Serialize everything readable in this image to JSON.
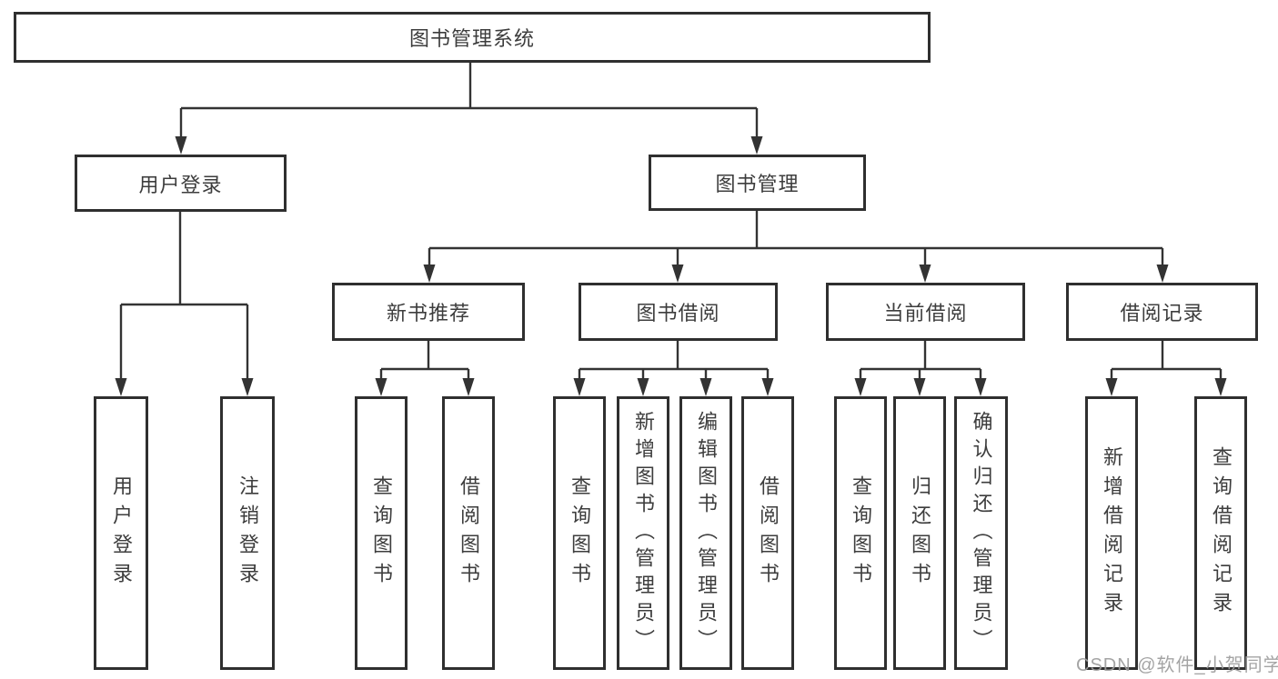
{
  "diagram": {
    "title_node": {
      "label": "图书管理系统"
    },
    "level2": [
      {
        "label": "用户登录"
      },
      {
        "label": "图书管理"
      }
    ],
    "level3": [
      {
        "label": "新书推荐"
      },
      {
        "label": "图书借阅"
      },
      {
        "label": "当前借阅"
      },
      {
        "label": "借阅记录"
      }
    ],
    "leaves": {
      "user_login": [
        {
          "label": "用户登录"
        },
        {
          "label": "注销登录"
        }
      ],
      "new_book_rec": [
        {
          "label": "查询图书"
        },
        {
          "label": "借阅图书"
        }
      ],
      "book_borrowing": [
        {
          "label": "查询图书"
        },
        {
          "label": "新增图书（管理员）"
        },
        {
          "label": "编辑图书（管理员）"
        },
        {
          "label": "借阅图书"
        }
      ],
      "current_borrowing": [
        {
          "label": "查询图书"
        },
        {
          "label": "归还图书"
        },
        {
          "label": "确认归还（管理员）"
        }
      ],
      "borrow_records": [
        {
          "label": "新增借阅记录"
        },
        {
          "label": "查询借阅记录"
        }
      ]
    },
    "colors": {
      "line": "#333333",
      "box_border": "#2f2f2f",
      "text": "#3d3d3d",
      "background": "#ffffff",
      "watermark": "#9d9d9d"
    }
  },
  "watermark": {
    "text": "CSDN @软件_小贺同学"
  }
}
